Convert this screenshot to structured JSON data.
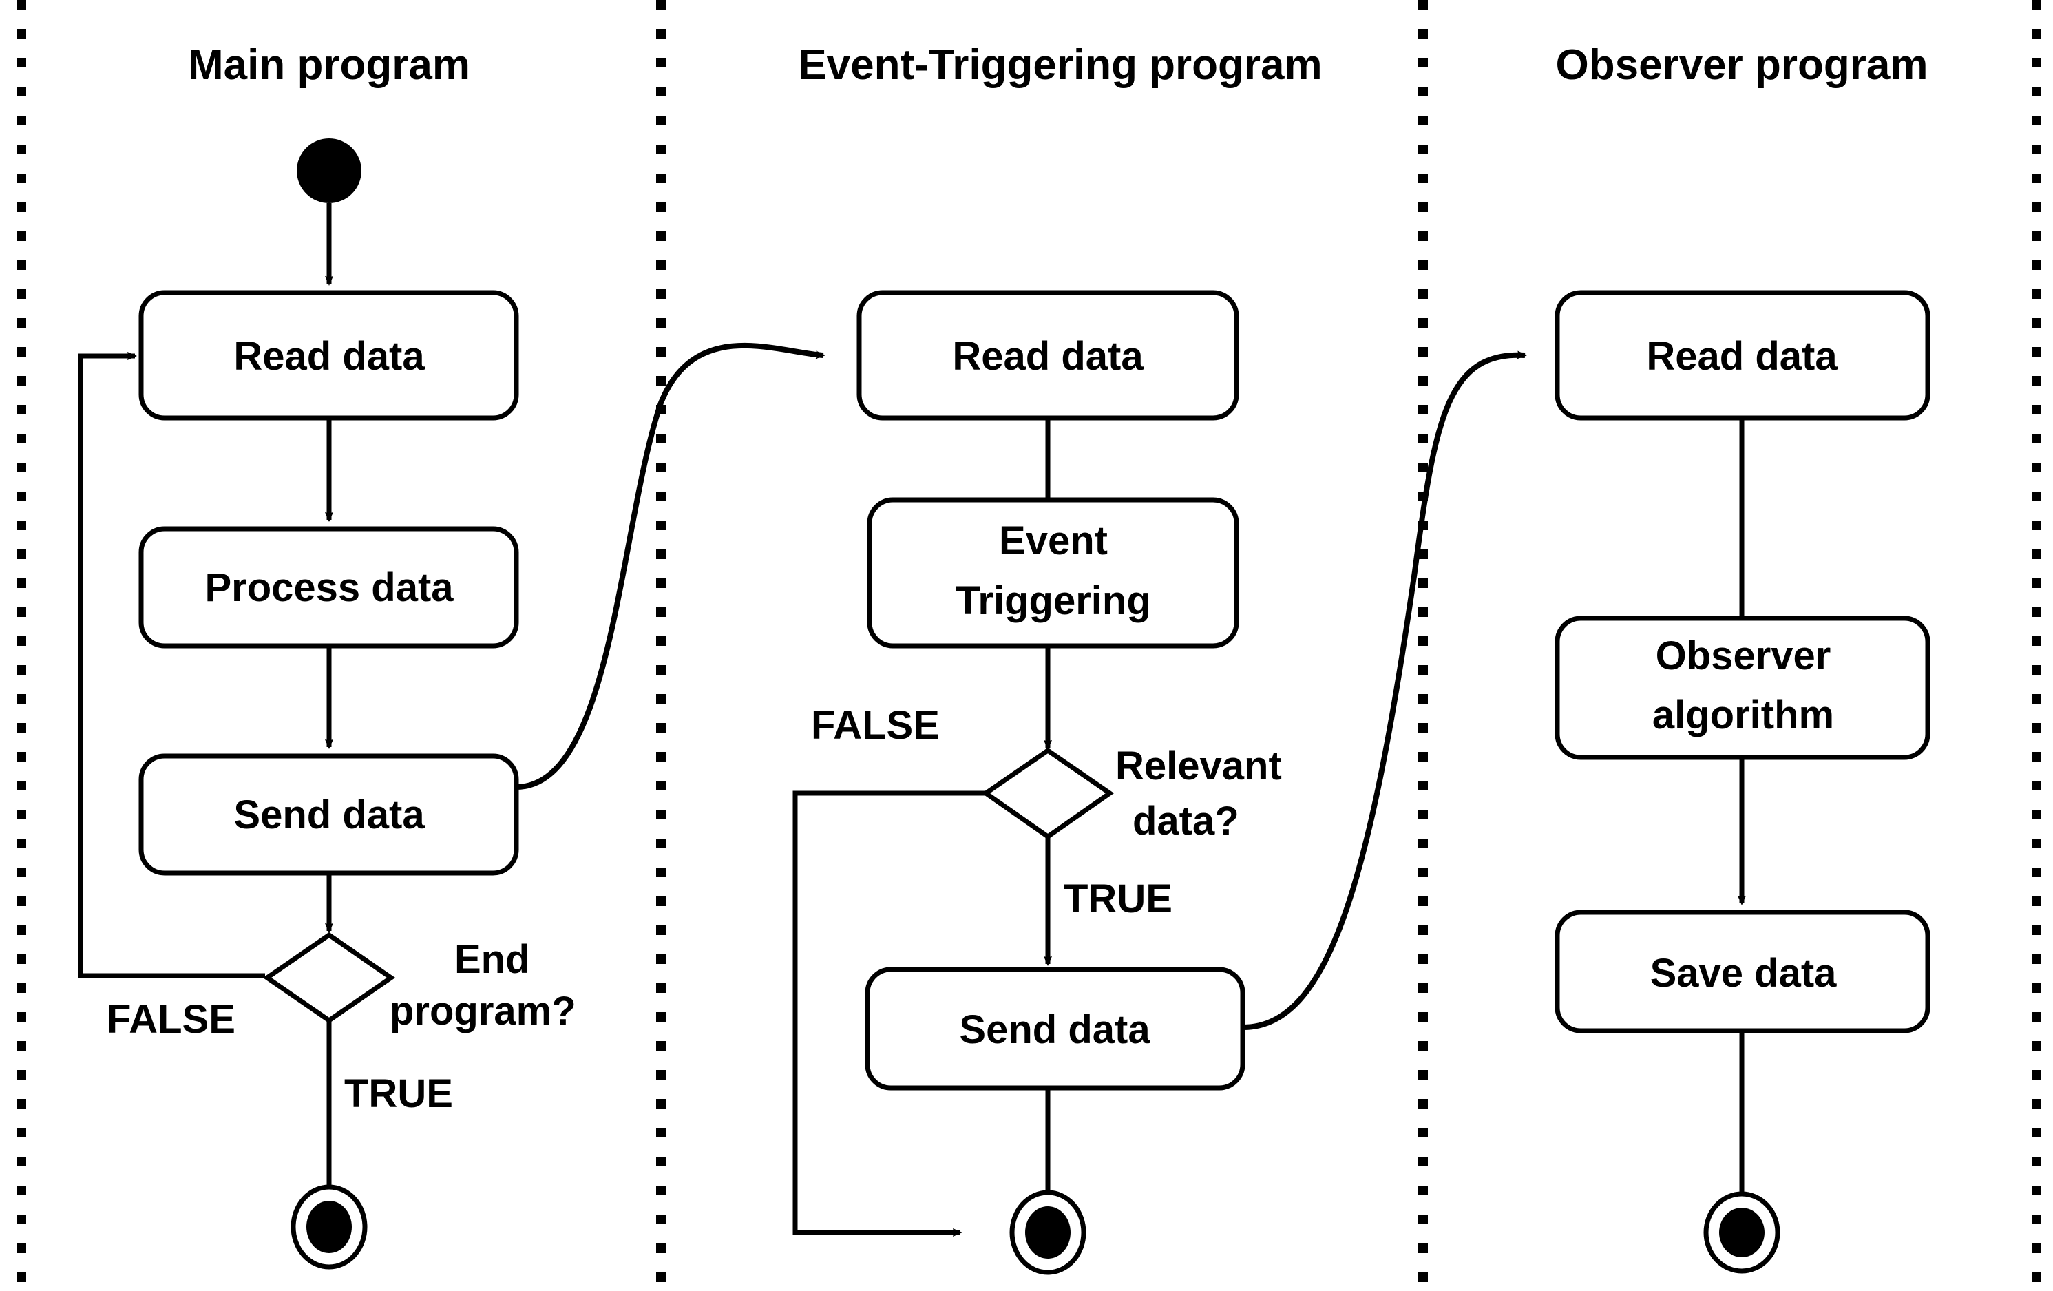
{
  "diagram": {
    "title": "UML activity diagram of a three-program data pipeline",
    "type": "uml-activity-diagram",
    "background_color": "#ffffff",
    "line_color": "#000000",
    "swimlane_divider_style": "dotted"
  },
  "lanes": [
    {
      "id": "main",
      "title": "Main program",
      "nodes": [
        {
          "id": "main-start",
          "type": "initial-node",
          "label": ""
        },
        {
          "id": "main-read",
          "type": "action",
          "label": "Read data"
        },
        {
          "id": "main-process",
          "type": "action",
          "label": "Process data"
        },
        {
          "id": "main-send",
          "type": "action",
          "label": "Send data"
        },
        {
          "id": "main-decision",
          "type": "decision",
          "label": "End program?"
        },
        {
          "id": "main-end",
          "type": "final-node",
          "label": ""
        }
      ],
      "edge_labels": [
        {
          "id": "main-false",
          "text": "FALSE"
        },
        {
          "id": "main-true",
          "text": "TRUE"
        }
      ]
    },
    {
      "id": "event",
      "title": "Event-Triggering program",
      "nodes": [
        {
          "id": "event-read",
          "type": "action",
          "label": "Read data"
        },
        {
          "id": "event-trigger",
          "type": "action",
          "label": "Event Triggering",
          "label_line1": "Event",
          "label_line2": "Triggering"
        },
        {
          "id": "event-decision",
          "type": "decision",
          "label": "Relevant data?",
          "label_line1": "Relevant",
          "label_line2": "data?"
        },
        {
          "id": "event-send",
          "type": "action",
          "label": "Send data"
        },
        {
          "id": "event-end",
          "type": "final-node",
          "label": ""
        }
      ],
      "edge_labels": [
        {
          "id": "event-false",
          "text": "FALSE"
        },
        {
          "id": "event-true",
          "text": "TRUE"
        }
      ]
    },
    {
      "id": "observer",
      "title": "Observer program",
      "nodes": [
        {
          "id": "observer-read",
          "type": "action",
          "label": "Read data"
        },
        {
          "id": "observer-algorithm",
          "type": "action",
          "label": "Observer algorithm",
          "label_line1": "Observer",
          "label_line2": "algorithm"
        },
        {
          "id": "observer-save",
          "type": "action",
          "label": "Save data"
        },
        {
          "id": "observer-end",
          "type": "final-node",
          "label": ""
        }
      ],
      "edge_labels": []
    }
  ],
  "cross_lane_flows": [
    {
      "id": "main-send-to-event-read",
      "from": "main-send",
      "to": "event-read"
    },
    {
      "id": "event-send-to-observer-read",
      "from": "event-send",
      "to": "observer-read"
    }
  ]
}
